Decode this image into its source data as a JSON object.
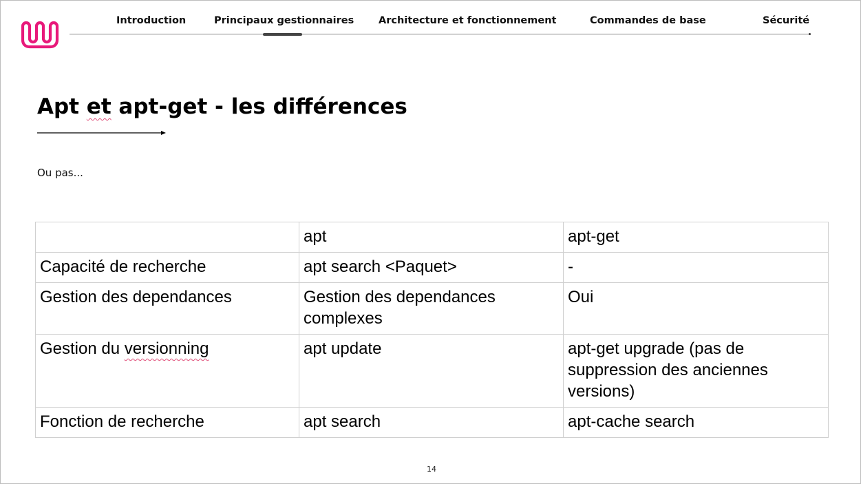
{
  "nav": {
    "items": [
      {
        "label": "Introduction"
      },
      {
        "label": "Principaux gestionnaires"
      },
      {
        "label": "Architecture et fonctionnement"
      },
      {
        "label": "Commandes de base"
      },
      {
        "label": "Sécurité"
      }
    ],
    "active_index": 1
  },
  "slide": {
    "title_part1": "Apt ",
    "title_part2": "et",
    "title_part3": " apt-get - les différences",
    "subtitle": "Ou pas...",
    "page_number": "14"
  },
  "table": {
    "header": [
      "",
      "apt",
      "apt-get"
    ],
    "rows": [
      {
        "label": "Capacité de recherche",
        "apt": "apt search <Paquet>",
        "apt_get": "-"
      },
      {
        "label": "Gestion des dependances",
        "apt": "Gestion des dependances complexes",
        "apt_get": "Oui"
      },
      {
        "label_part1": "Gestion du ",
        "label_part2": "versionning",
        "apt": "apt update",
        "apt_get": "apt-get upgrade (pas de suppression des anciennes versions)"
      },
      {
        "label": "Fonction de recherche",
        "apt": "apt search",
        "apt_get": "apt-cache search"
      }
    ]
  },
  "colors": {
    "brand": "#e8197a",
    "spellcheck_underline": "#e0507a",
    "table_border": "#d0d0d0"
  }
}
